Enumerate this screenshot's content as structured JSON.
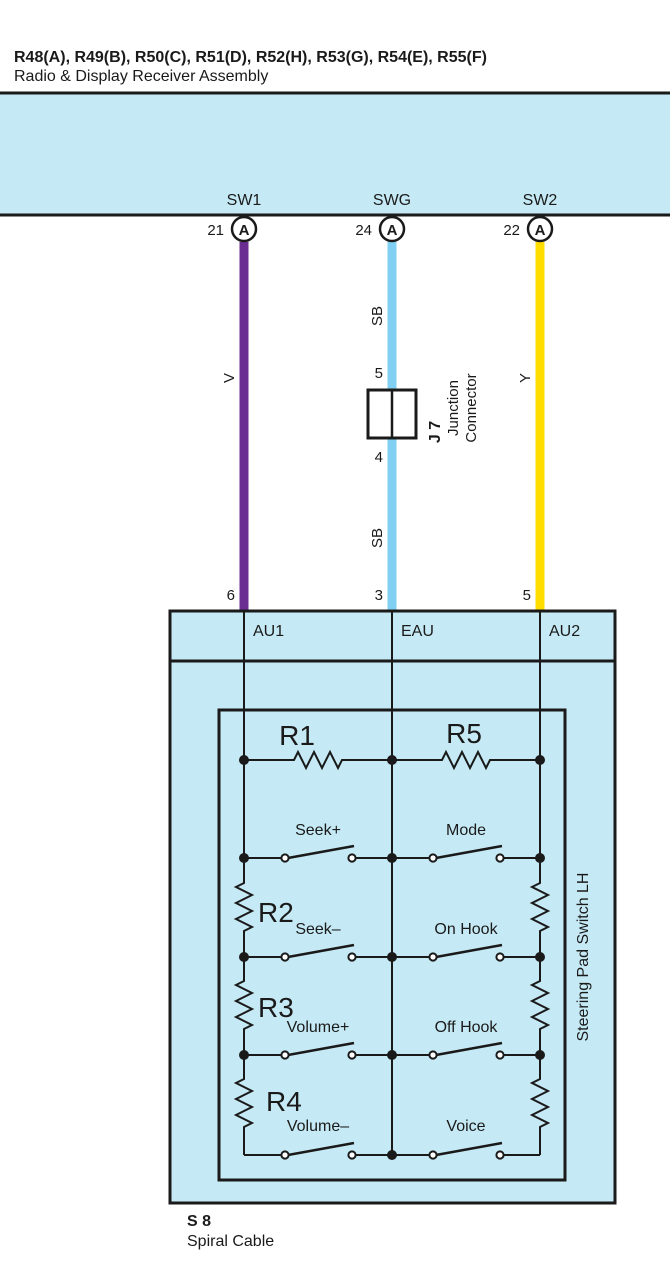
{
  "header": {
    "connectors": "R48(A), R49(B), R50(C), R51(D), R52(H), R53(G), R54(E), R55(F)",
    "assembly": "Radio & Display Receiver Assembly"
  },
  "receiver_terminals": {
    "sw1": {
      "name": "SW1",
      "pin": "21",
      "connector": "A"
    },
    "swg": {
      "name": "SWG",
      "pin": "24",
      "connector": "A"
    },
    "sw2": {
      "name": "SW2",
      "pin": "22",
      "connector": "A"
    }
  },
  "wires": {
    "v": {
      "color_code": "V",
      "color": "#6a2d91"
    },
    "sb": {
      "color_code": "SB",
      "color": "#7fd0f2"
    },
    "y": {
      "color_code": "Y",
      "color": "#ffdd00"
    }
  },
  "junction": {
    "id": "J 7",
    "name_line1": "Junction",
    "name_line2": "Connector",
    "pin_top": "5",
    "pin_bottom": "4"
  },
  "spiral_pins": {
    "au1": "6",
    "eau": "3",
    "au2": "5"
  },
  "spiral_terminals": {
    "au1": "AU1",
    "eau": "EAU",
    "au2": "AU2"
  },
  "switch_pad": {
    "title": "Steering Pad Switch LH",
    "resistors": {
      "r1": "R1",
      "r2": "R2",
      "r3": "R3",
      "r4": "R4",
      "r5": "R5"
    },
    "left_switches": [
      "Seek+",
      "Seek–",
      "Volume+",
      "Volume–"
    ],
    "right_switches": [
      "Mode",
      "On Hook",
      "Off Hook",
      "Voice"
    ]
  },
  "spiral_cable": {
    "id": "S 8",
    "name": "Spiral Cable"
  },
  "colors": {
    "panel": "#c6eaf5",
    "line": "#1a1a1a"
  }
}
